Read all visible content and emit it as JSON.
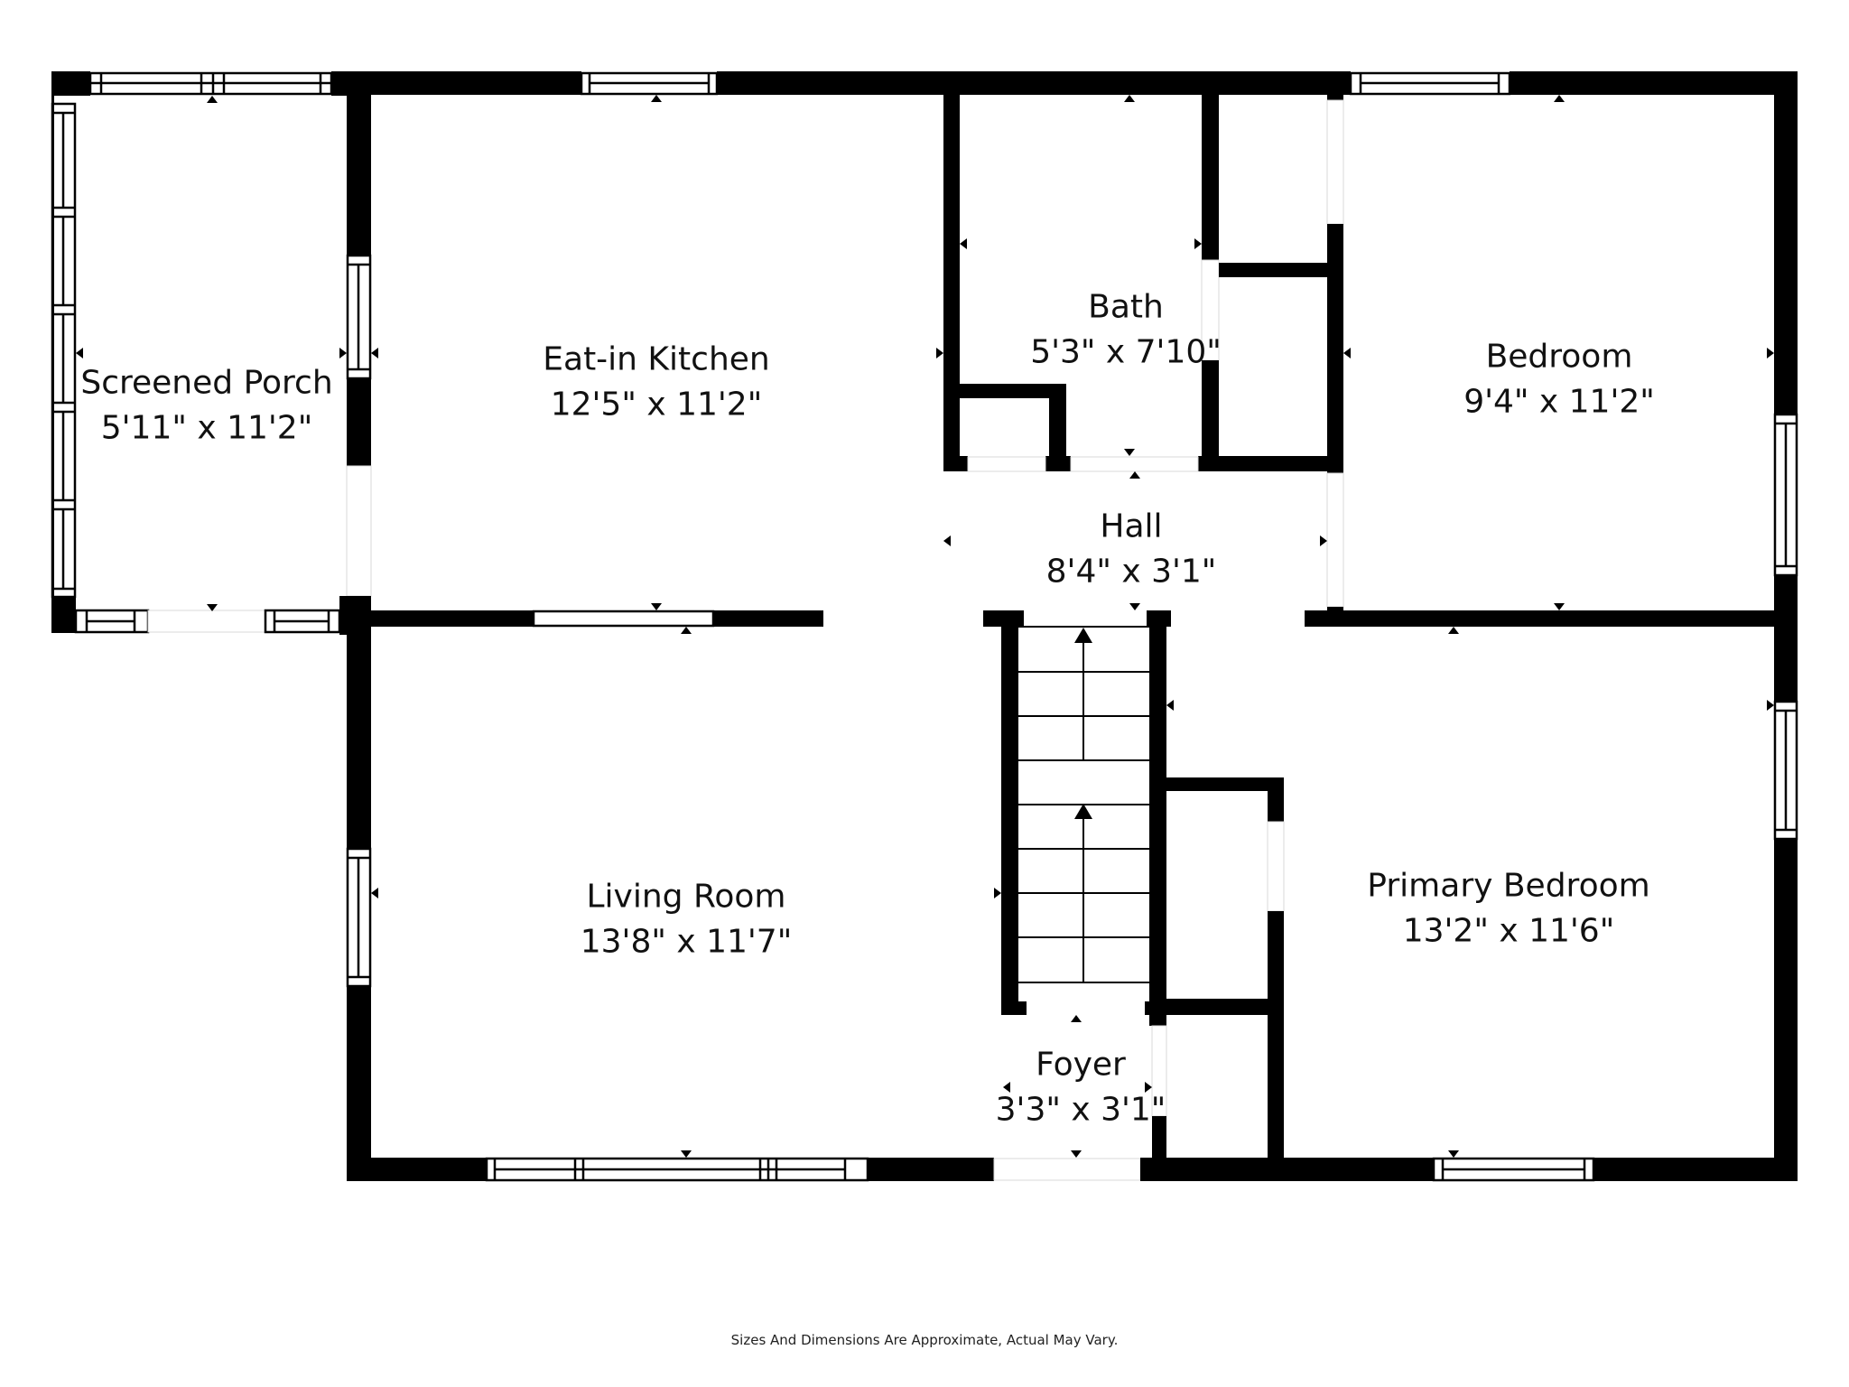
{
  "rooms": [
    {
      "id": "screened-porch",
      "name": "Screened Porch",
      "dims": "5'11\" x 11'2\""
    },
    {
      "id": "eat-in-kitchen",
      "name": "Eat-in Kitchen",
      "dims": "12'5\" x 11'2\""
    },
    {
      "id": "bath",
      "name": "Bath",
      "dims": "5'3\" x 7'10\""
    },
    {
      "id": "bedroom",
      "name": "Bedroom",
      "dims": "9'4\" x 11'2\""
    },
    {
      "id": "hall",
      "name": "Hall",
      "dims": "8'4\" x 3'1\""
    },
    {
      "id": "living-room",
      "name": "Living Room",
      "dims": "13'8\" x 11'7\""
    },
    {
      "id": "primary-bedroom",
      "name": "Primary Bedroom",
      "dims": "13'2\" x 11'6\""
    },
    {
      "id": "foyer",
      "name": "Foyer",
      "dims": "3'3\" x 3'1\""
    }
  ],
  "stairs": {
    "direction": "up",
    "arrow_icons": 2,
    "treads": 8
  },
  "colors": {
    "wall": "#000000",
    "background": "#ffffff",
    "text": "#111111"
  },
  "footer": {
    "disclaimer": "Sizes And Dimensions Are Approximate, Actual May Vary."
  }
}
